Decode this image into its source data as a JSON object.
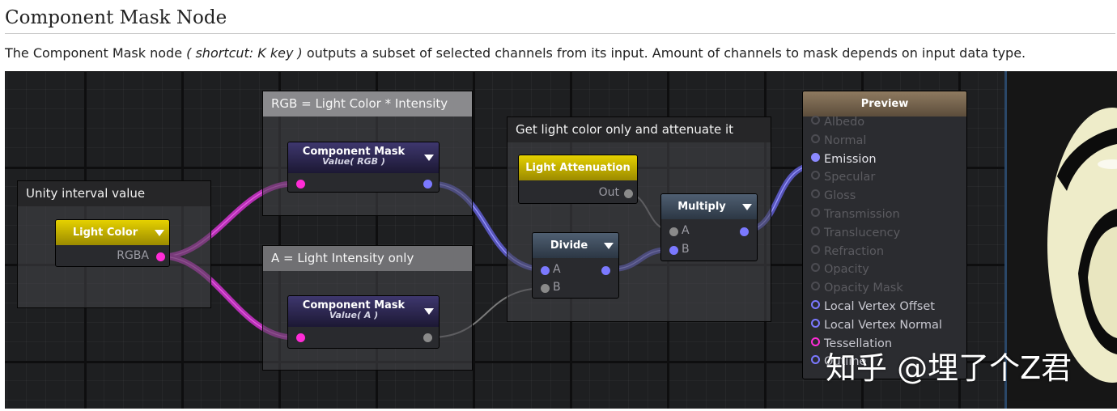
{
  "page": {
    "title": "Component Mask Node",
    "desc_before": "The Component Mask node ",
    "desc_shortcut": "( shortcut: K key )",
    "desc_after": " outputs a subset of selected channels from its input. Amount of channels to mask depends on input data type."
  },
  "comments": {
    "unity": "Unity interval value",
    "rgb": "RGB = Light Color * Intensity",
    "alpha": "A = Light Intensity only",
    "attenuate": "Get light color only and attenuate it"
  },
  "nodes": {
    "light_color": {
      "title": "Light Color",
      "output": "RGBA"
    },
    "mask_rgb": {
      "title": "Component Mask",
      "subtitle": "Value( RGB )"
    },
    "mask_a": {
      "title": "Component Mask",
      "subtitle": "Value( A )"
    },
    "light_attenuation": {
      "title": "Light Attenuation",
      "output": "Out"
    },
    "divide": {
      "title": "Divide",
      "input_a": "A",
      "input_b": "B"
    },
    "multiply": {
      "title": "Multiply",
      "input_a": "A",
      "input_b": "B"
    }
  },
  "preview": {
    "title": "Preview",
    "inputs": [
      {
        "label": "Albedo",
        "state": "inactive"
      },
      {
        "label": "Normal",
        "state": "inactive"
      },
      {
        "label": "Emission",
        "state": "connected"
      },
      {
        "label": "Specular",
        "state": "inactive"
      },
      {
        "label": "Gloss",
        "state": "inactive"
      },
      {
        "label": "Transmission",
        "state": "inactive"
      },
      {
        "label": "Translucency",
        "state": "inactive"
      },
      {
        "label": "Refraction",
        "state": "inactive"
      },
      {
        "label": "Opacity",
        "state": "inactive"
      },
      {
        "label": "Opacity Mask",
        "state": "inactive"
      },
      {
        "label": "Local Vertex Offset",
        "state": "active"
      },
      {
        "label": "Local Vertex Normal",
        "state": "active"
      },
      {
        "label": "Tessellation",
        "state": "active-pink"
      },
      {
        "label": "Outline",
        "state": "active"
      }
    ]
  },
  "watermark": "知乎 @埋了个Z君",
  "colors": {
    "wire_pink": "#d12ed0",
    "wire_blue": "#6c6ae0",
    "wire_grey": "#7e7e7e",
    "port_pink": "#ff2cd7",
    "port_blue": "#7b79ff",
    "node_yellow": "#d1bf00",
    "node_purple": "#2e2856"
  }
}
